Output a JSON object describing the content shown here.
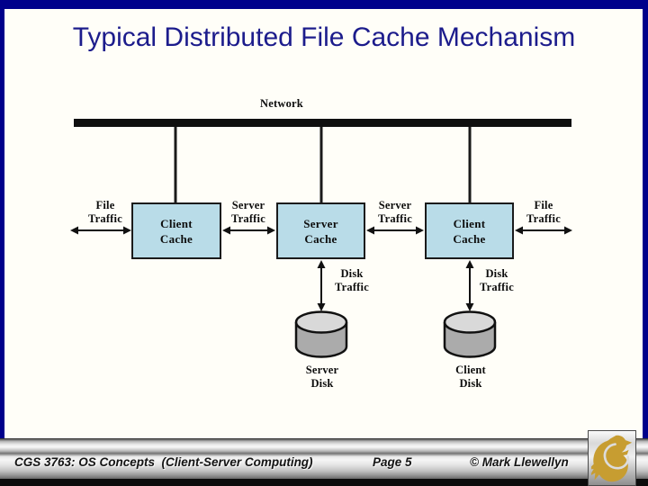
{
  "title": "Typical Distributed File Cache Mechanism",
  "diagram": {
    "network_label": "Network",
    "boxes": {
      "client_cache_left": {
        "l1": "Client",
        "l2": "Cache"
      },
      "server_cache": {
        "l1": "Server",
        "l2": "Cache"
      },
      "client_cache_right": {
        "l1": "Client",
        "l2": "Cache"
      }
    },
    "labels": {
      "file_traffic_left": {
        "l1": "File",
        "l2": "Traffic"
      },
      "server_traffic_left": {
        "l1": "Server",
        "l2": "Traffic"
      },
      "server_traffic_right": {
        "l1": "Server",
        "l2": "Traffic"
      },
      "file_traffic_right": {
        "l1": "File",
        "l2": "Traffic"
      },
      "disk_traffic_server": {
        "l1": "Disk",
        "l2": "Traffic"
      },
      "disk_traffic_client": {
        "l1": "Disk",
        "l2": "Traffic"
      },
      "server_disk": {
        "l1": "Server",
        "l2": "Disk"
      },
      "client_disk": {
        "l1": "Client",
        "l2": "Disk"
      }
    },
    "colors": {
      "box_fill": "#b9dce8",
      "box_border": "#1b1b1b",
      "bus_black": "#0f0f0f",
      "disk_body": "#ababab",
      "disk_top": "#d9d9d9"
    }
  },
  "footer": {
    "course": "CGS 3763: OS Concepts  (Client-Server Computing)",
    "page": "Page 5",
    "copyright": "© Mark Llewellyn",
    "logo": "ucf-pegasus-logo",
    "logo_color": "#c79d31"
  },
  "frame": {
    "border_color": "#00008b",
    "title_color": "#1c1c8c"
  }
}
